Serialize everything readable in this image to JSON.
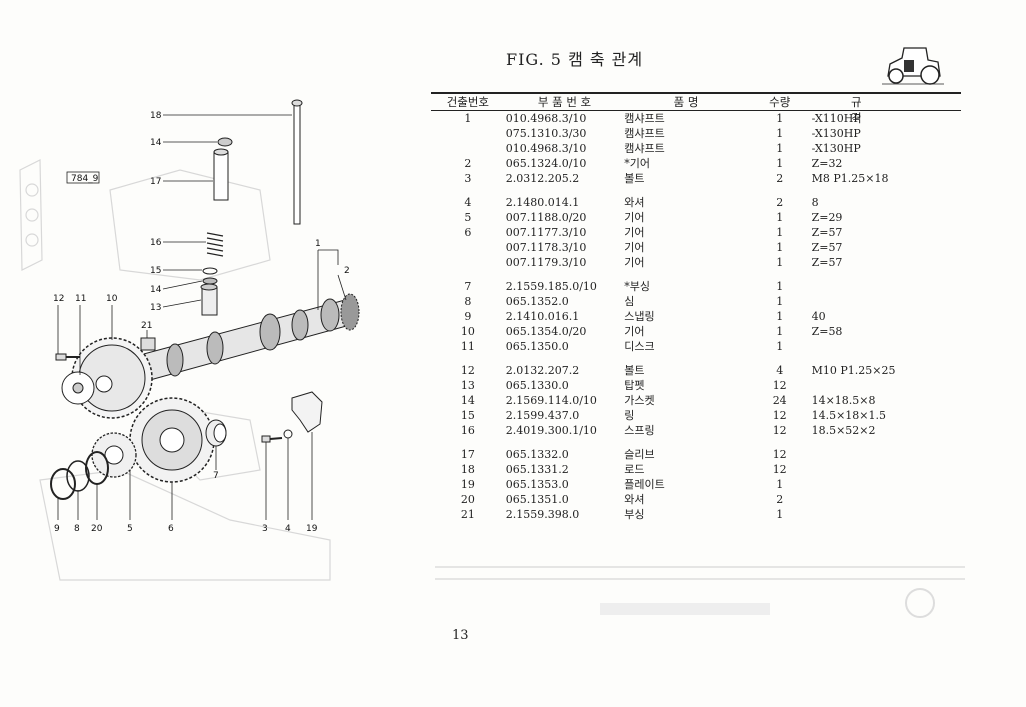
{
  "figure": {
    "title": "FIG. 5 캠 축 관계",
    "box_label": "784_9",
    "callouts": [
      "18",
      "14",
      "17",
      "16",
      "15",
      "14",
      "13",
      "12",
      "11",
      "10",
      "21",
      "1",
      "2",
      "7",
      "9",
      "8",
      "20",
      "5",
      "6",
      "3",
      "4",
      "19"
    ]
  },
  "table": {
    "headers": [
      "건출번호",
      "부 품 번 호",
      "품    명",
      "수량",
      "규    격"
    ],
    "rows": [
      {
        "no": "1",
        "part": "010.4968.3/10",
        "name": "캠샤프트",
        "qty": "1",
        "spec": "-X110HP",
        "gap": false
      },
      {
        "no": "",
        "part": "075.1310.3/30",
        "name": "캠샤프트",
        "qty": "1",
        "spec": "-X130HP",
        "gap": false
      },
      {
        "no": "",
        "part": "010.4968.3/10",
        "name": "캠샤프트",
        "qty": "1",
        "spec": "-X130HP",
        "gap": false
      },
      {
        "no": "2",
        "part": "065.1324.0/10",
        "name": "*기어",
        "qty": "1",
        "spec": "Z=32",
        "gap": false
      },
      {
        "no": "3",
        "part": "2.0312.205.2",
        "name": "볼트",
        "qty": "2",
        "spec": "M8 P1.25×18",
        "gap": false
      },
      {
        "no": "4",
        "part": "2.1480.014.1",
        "name": "와셔",
        "qty": "2",
        "spec": "8",
        "gap": true
      },
      {
        "no": "5",
        "part": "007.1188.0/20",
        "name": "기어",
        "qty": "1",
        "spec": "Z=29",
        "gap": false
      },
      {
        "no": "6",
        "part": "007.1177.3/10",
        "name": "기어",
        "qty": "1",
        "spec": "Z=57",
        "gap": false
      },
      {
        "no": "",
        "part": "007.1178.3/10",
        "name": "기어",
        "qty": "1",
        "spec": "Z=57",
        "gap": false
      },
      {
        "no": "",
        "part": "007.1179.3/10",
        "name": "기어",
        "qty": "1",
        "spec": "Z=57",
        "gap": false
      },
      {
        "no": "7",
        "part": "2.1559.185.0/10",
        "name": "*부싱",
        "qty": "1",
        "spec": "",
        "gap": true
      },
      {
        "no": "8",
        "part": "065.1352.0",
        "name": "심",
        "qty": "1",
        "spec": "",
        "gap": false
      },
      {
        "no": "9",
        "part": "2.1410.016.1",
        "name": "스냅링",
        "qty": "1",
        "spec": "40",
        "gap": false
      },
      {
        "no": "10",
        "part": "065.1354.0/20",
        "name": "기어",
        "qty": "1",
        "spec": "Z=58",
        "gap": false
      },
      {
        "no": "11",
        "part": "065.1350.0",
        "name": "디스크",
        "qty": "1",
        "spec": "",
        "gap": false
      },
      {
        "no": "12",
        "part": "2.0132.207.2",
        "name": "볼트",
        "qty": "4",
        "spec": "M10 P1.25×25",
        "gap": true
      },
      {
        "no": "13",
        "part": "065.1330.0",
        "name": "탑펫",
        "qty": "12",
        "spec": "",
        "gap": false
      },
      {
        "no": "14",
        "part": "2.1569.114.0/10",
        "name": "가스켓",
        "qty": "24",
        "spec": "14×18.5×8",
        "gap": false
      },
      {
        "no": "15",
        "part": "2.1599.437.0",
        "name": "링",
        "qty": "12",
        "spec": "14.5×18×1.5",
        "gap": false
      },
      {
        "no": "16",
        "part": "2.4019.300.1/10",
        "name": "스프링",
        "qty": "12",
        "spec": "18.5×52×2",
        "gap": false
      },
      {
        "no": "17",
        "part": "065.1332.0",
        "name": "슬리브",
        "qty": "12",
        "spec": "",
        "gap": true
      },
      {
        "no": "18",
        "part": "065.1331.2",
        "name": "로드",
        "qty": "12",
        "spec": "",
        "gap": false
      },
      {
        "no": "19",
        "part": "065.1353.0",
        "name": "플레이트",
        "qty": "1",
        "spec": "",
        "gap": false
      },
      {
        "no": "20",
        "part": "065.1351.0",
        "name": "와셔",
        "qty": "2",
        "spec": "",
        "gap": false
      },
      {
        "no": "21",
        "part": "2.1559.398.0",
        "name": "부싱",
        "qty": "1",
        "spec": "",
        "gap": false
      }
    ]
  },
  "page_number": "13"
}
